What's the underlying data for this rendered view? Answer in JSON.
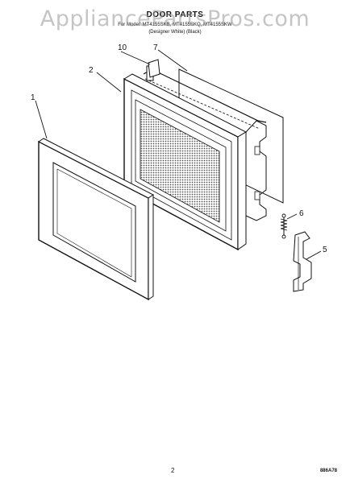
{
  "header": {
    "title": "DOOR PARTS",
    "subtitle_line1": "For Model: MT4155SKB, MT4155SKQ, MT4155SKW",
    "subtitle_line2": "(Designer White) (Black)"
  },
  "watermark": "AppliancePartsPros.com",
  "callouts": {
    "c1": "1",
    "c2": "2",
    "c5": "5",
    "c6": "6",
    "c7": "7",
    "c10": "10"
  },
  "footer": {
    "page_number": "2",
    "document_code": "886A78"
  },
  "colors": {
    "line": "#111111",
    "panel_fill": "#ffffff",
    "screen_fill": "#9a9a9a"
  }
}
